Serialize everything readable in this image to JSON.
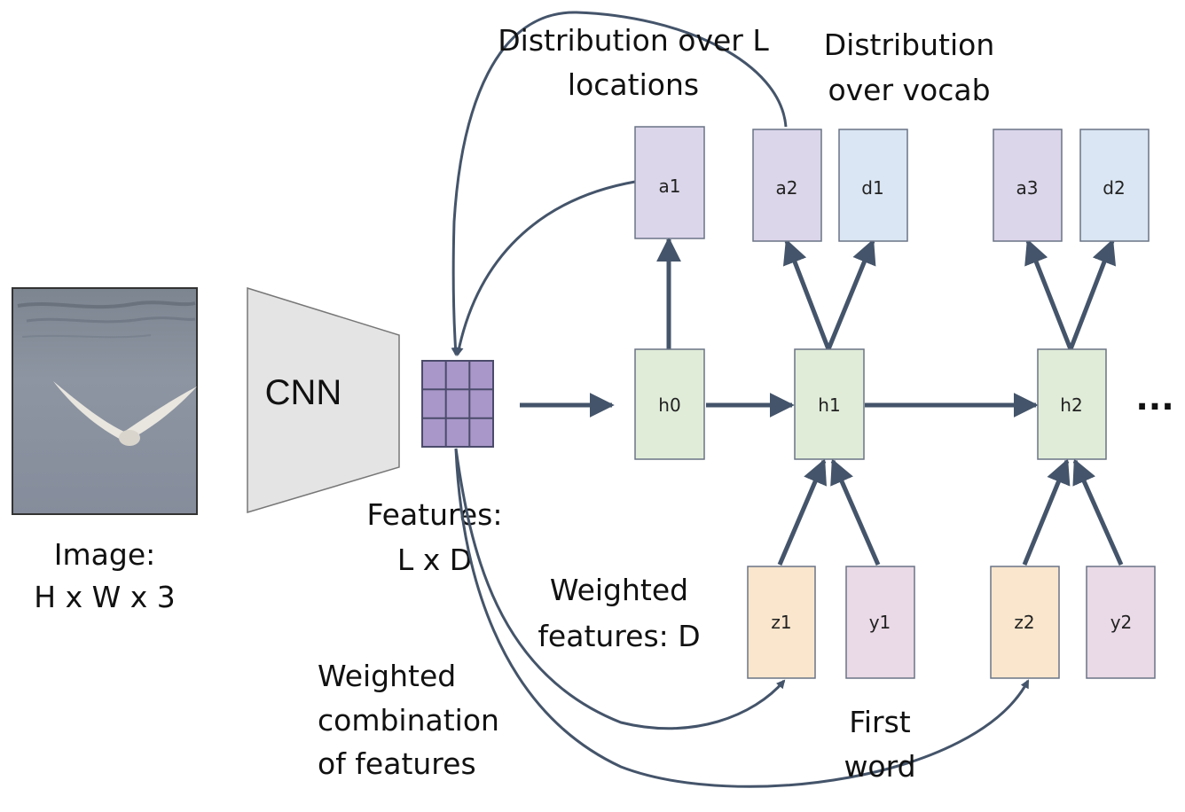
{
  "diagram": {
    "image": {
      "caption_line1": "Image:",
      "caption_line2": "H x W x 3"
    },
    "cnn": {
      "label": "CNN"
    },
    "features": {
      "caption_line1": "Features:",
      "caption_line2": "L x D"
    },
    "annotations": {
      "dist_locations_line1": "Distribution over L",
      "dist_locations_line2": "locations",
      "dist_vocab_line1": "Distribution",
      "dist_vocab_line2": "over vocab",
      "weighted_features_line1": "Weighted",
      "weighted_features_line2": "features: D",
      "weighted_combo_line1": "Weighted",
      "weighted_combo_line2": "combination",
      "weighted_combo_line3": "of features",
      "first_word_line1": "First",
      "first_word_line2": "word",
      "ellipsis": "..."
    },
    "nodes": {
      "a1": "a1",
      "a2": "a2",
      "a3": "a3",
      "d1": "d1",
      "d2": "d2",
      "h0": "h0",
      "h1": "h1",
      "h2": "h2",
      "z1": "z1",
      "z2": "z2",
      "y1": "y1",
      "y2": "y2"
    },
    "colors": {
      "attention": "#dcd6ea",
      "vocab": "#dae6f3",
      "hidden": "#e0ecd8",
      "weighted": "#f9e6cc",
      "word": "#ead9e6",
      "grid": "#a997c9",
      "arrow": "#44546a",
      "cnn": "#e4e4e4"
    }
  }
}
